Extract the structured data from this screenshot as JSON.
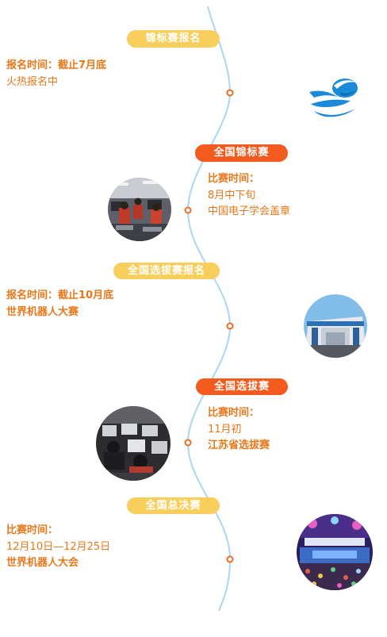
{
  "colors": {
    "tag_yellow": "#f8cf5c",
    "tag_orange": "#f25b1d",
    "tag_text": "#ffffff",
    "info_text": "#e8781a",
    "timeline_line": "#a9d6f3",
    "timeline_dot": "#ef6a23"
  },
  "stages": [
    {
      "tag": "锦标赛报名",
      "lines": [
        "报名时间：截止7月底",
        "火热报名中"
      ]
    },
    {
      "tag": "全国锦标赛",
      "lines": [
        "比赛时间：",
        "8月中下旬",
        "中国电子学会盖章"
      ]
    },
    {
      "tag": "全国选拔赛报名",
      "lines": [
        "报名时间：截止10月底",
        "世界机器人大赛"
      ]
    },
    {
      "tag": "全国选拔赛",
      "lines": [
        "比赛时间：",
        "11月初",
        "江苏省选拔赛"
      ]
    },
    {
      "tag": "全国总决赛",
      "lines": [
        "比赛时间：",
        "12月10日—12月25日",
        "世界机器人大会"
      ]
    }
  ]
}
